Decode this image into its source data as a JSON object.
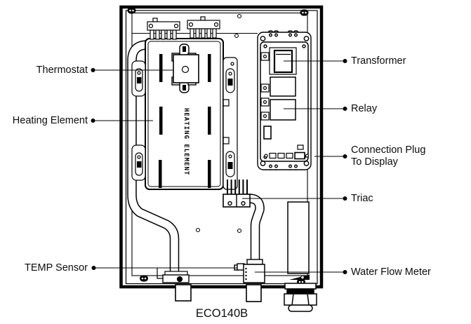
{
  "diagram": {
    "caption": "ECO140B",
    "stamp_text": "HEATING ELEMENT",
    "labels": {
      "thermostat": "Thermostat",
      "heating_element": "Heating Element",
      "temp_sensor": "TEMP Sensor",
      "transformer": "Transformer",
      "relay": "Relay",
      "connection_plug_line1": "Connection Plug",
      "connection_plug_line2": "To Display",
      "triac": "Triac",
      "water_flow_meter": "Water Flow Meter"
    },
    "colors": {
      "line": "#000000",
      "background": "#ffffff",
      "text": "#0c0c0c"
    }
  }
}
